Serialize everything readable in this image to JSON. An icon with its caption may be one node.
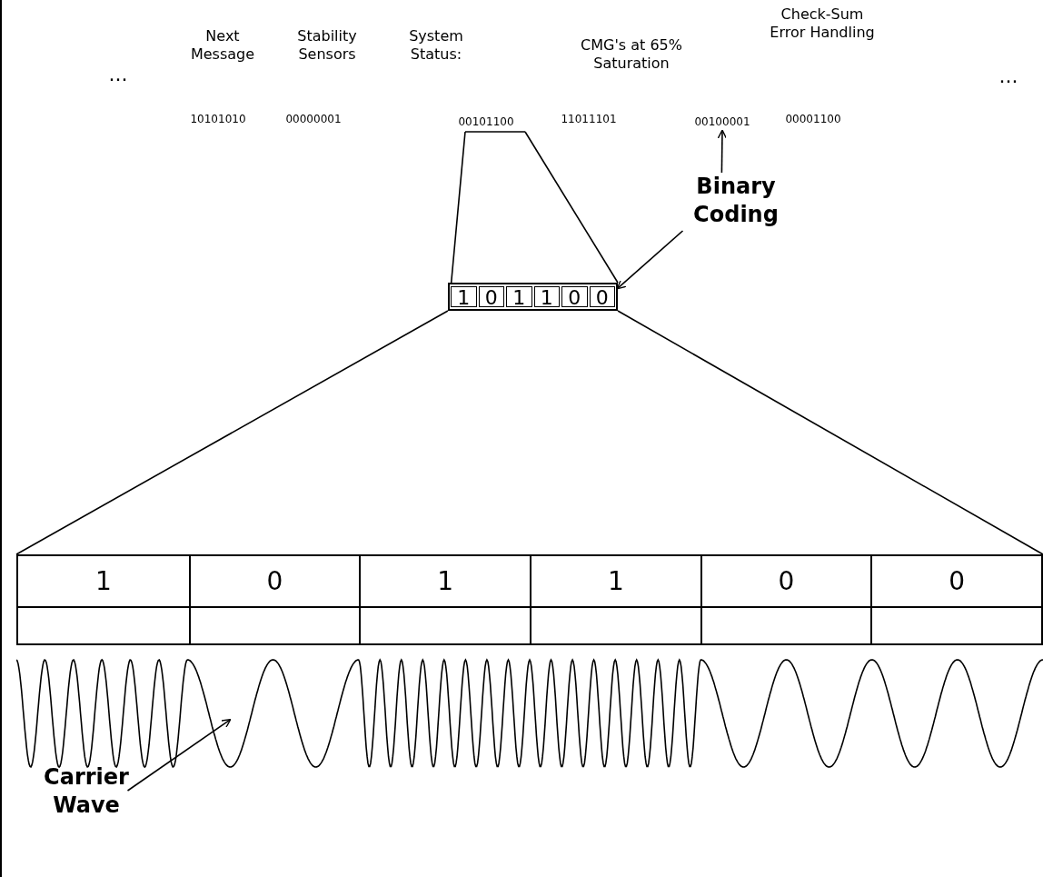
{
  "diagram": {
    "nodes": [
      {
        "text": [
          "00101100"
        ]
      },
      {
        "text": [
          "00100001"
        ]
      },
      {
        "text": [
          "Binary Coding"
        ]
      },
      {
        "text": [
          "1",
          "0",
          "1",
          "1",
          "0",
          "0"
        ]
      },
      {
        "text": [
          "1",
          "0",
          "1",
          "1",
          "0",
          "0"
        ]
      },
      {
        "text": [],
        "shape": "picture"
      },
      {
        "text": [
          "Carrier Wave"
        ]
      }
    ],
    "edges": [
      {
        "from": 0,
        "to": 3,
        "arrow": "none"
      },
      {
        "from": 2,
        "to": 1,
        "arrow": "to"
      },
      {
        "from": 2,
        "to": 3,
        "arrow": "to"
      },
      {
        "from": 3,
        "to": 4,
        "arrow": "none"
      },
      {
        "from": 6,
        "to": 5,
        "arrow": "to"
      }
    ],
    "labels": [
      "...",
      "Next Message",
      "Stability Sensors",
      "System Status:",
      "CMG's at 65% Saturation",
      "Check-Sum Error Handling",
      "...",
      "10101010",
      "00000001",
      "11011101",
      "00001100"
    ]
  }
}
